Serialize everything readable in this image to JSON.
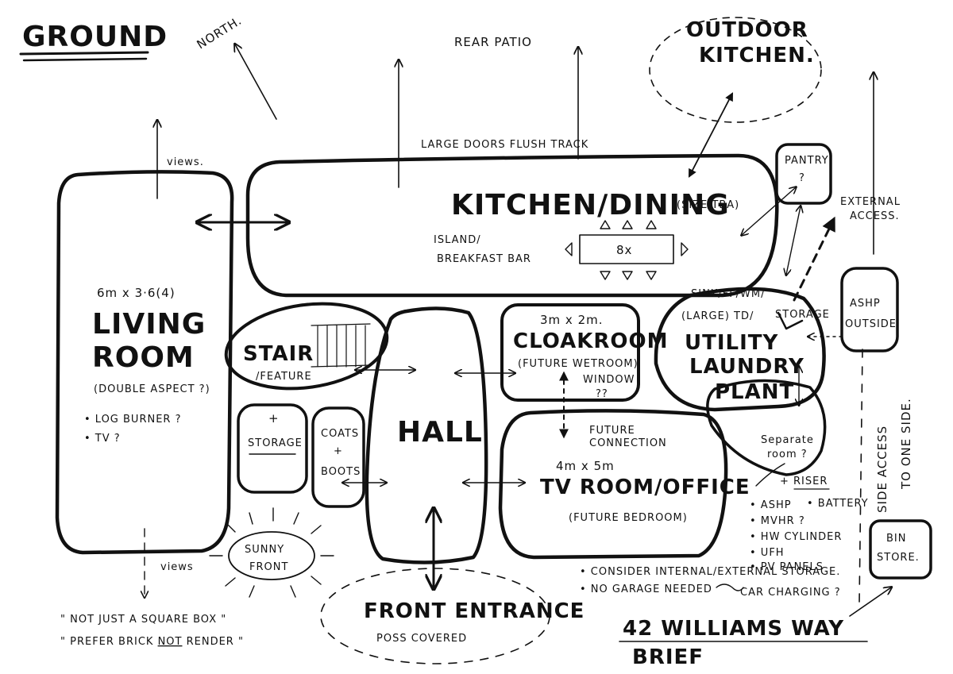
{
  "title": "GROUND",
  "direction": {
    "north": "NORTH."
  },
  "rear": {
    "patio": "REAR PATIO",
    "doors": "LARGE DOORS FLUSH TRACK"
  },
  "outdoor_kitchen": {
    "line1": "OUTDOOR",
    "line2": "KITCHEN."
  },
  "kitchen": {
    "title": "KITCHEN/DINING",
    "size": "(SIZE TBA)",
    "island_1": "ISLAND/",
    "island_2": "BREAKFAST BAR",
    "table": "8x"
  },
  "pantry": {
    "line1": "PANTRY",
    "line2": "?"
  },
  "external_access": {
    "line1": "EXTERNAL",
    "line2": "ACCESS."
  },
  "living": {
    "dims": "6m x 3·6(4)",
    "line1": "LIVING",
    "line2": "ROOM",
    "aspect": "(DOUBLE ASPECT ?)",
    "bullet1": "• LOG BURNER ?",
    "bullet2": "• TV ?",
    "views_top": "views.",
    "views_bottom": "views"
  },
  "stair": {
    "title": "STAIR",
    "sub": "/FEATURE"
  },
  "storage": {
    "plus": "+",
    "label": "STORAGE"
  },
  "coats": {
    "line1": "COATS",
    "line2": "+",
    "line3": "BOOTS"
  },
  "hall": "HALL",
  "cloakroom": {
    "dims": "3m x 2m.",
    "title": "CLOAKROOM",
    "sub": "(FUTURE WETROOM)",
    "window1": "WINDOW",
    "window2": "??"
  },
  "tv": {
    "future1": "FUTURE",
    "future2": "CONNECTION",
    "dims": "4m x 5m",
    "title": "TV ROOM/OFFICE",
    "sub": "(FUTURE BEDROOM)"
  },
  "utility": {
    "note1": "SINK/FF/WM/",
    "note2": "(LARGE) TD/",
    "note3": "STORAGE",
    "line1": "UTILITY",
    "line2": "LAUNDRY",
    "line3": "PLANT",
    "sep1": "Separate",
    "sep2": "room ?"
  },
  "ashp": {
    "line1": "ASHP",
    "line2": "OUTSIDE"
  },
  "riser": "+ RISER",
  "plant_items": [
    "• ASHP",
    "• BATTERY",
    "• MVHR ?",
    "• HW CYLINDER",
    "• UFH",
    "• PV PANELS"
  ],
  "side_access": {
    "line1": "SIDE ACCESS",
    "line2": "TO ONE SIDE."
  },
  "bin": {
    "line1": "BIN",
    "line2": "STORE."
  },
  "sunny": {
    "line1": "SUNNY",
    "line2": "FRONT"
  },
  "front": {
    "title": "FRONT ENTRANCE",
    "sub": "POSS COVERED"
  },
  "notes": {
    "consider": "• CONSIDER INTERNAL/EXTERNAL STORAGE.",
    "garage": "• NO GARAGE NEEDED",
    "car": "CAR CHARGING ?"
  },
  "quotes": {
    "q1": "\" NOT JUST A SQUARE BOX \"",
    "q2a": "\" PREFER BRICK ",
    "q2b": "NOT",
    "q2c": " RENDER \""
  },
  "project": {
    "name": "42 WILLIAMS WAY",
    "brief": "BRIEF"
  }
}
